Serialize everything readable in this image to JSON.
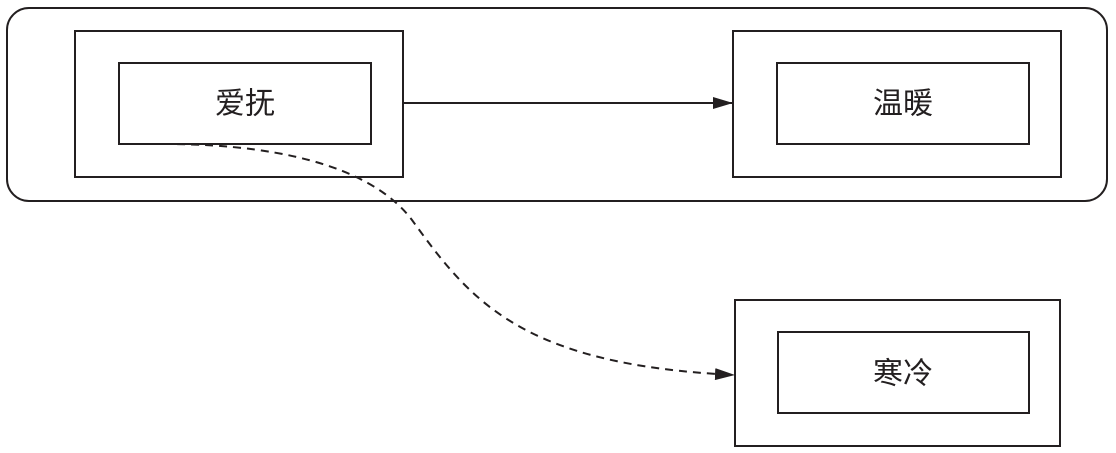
{
  "nodes": {
    "caress": {
      "label": "爱抚"
    },
    "warmth": {
      "label": "温暖"
    },
    "cold": {
      "label": "寒冷"
    }
  },
  "edges": [
    {
      "from": "爱抚",
      "to": "温暖",
      "style": "solid"
    },
    {
      "from": "爱抚",
      "to": "寒冷",
      "style": "dashed"
    }
  ],
  "colors": {
    "stroke": "#231f20",
    "background": "#ffffff"
  }
}
